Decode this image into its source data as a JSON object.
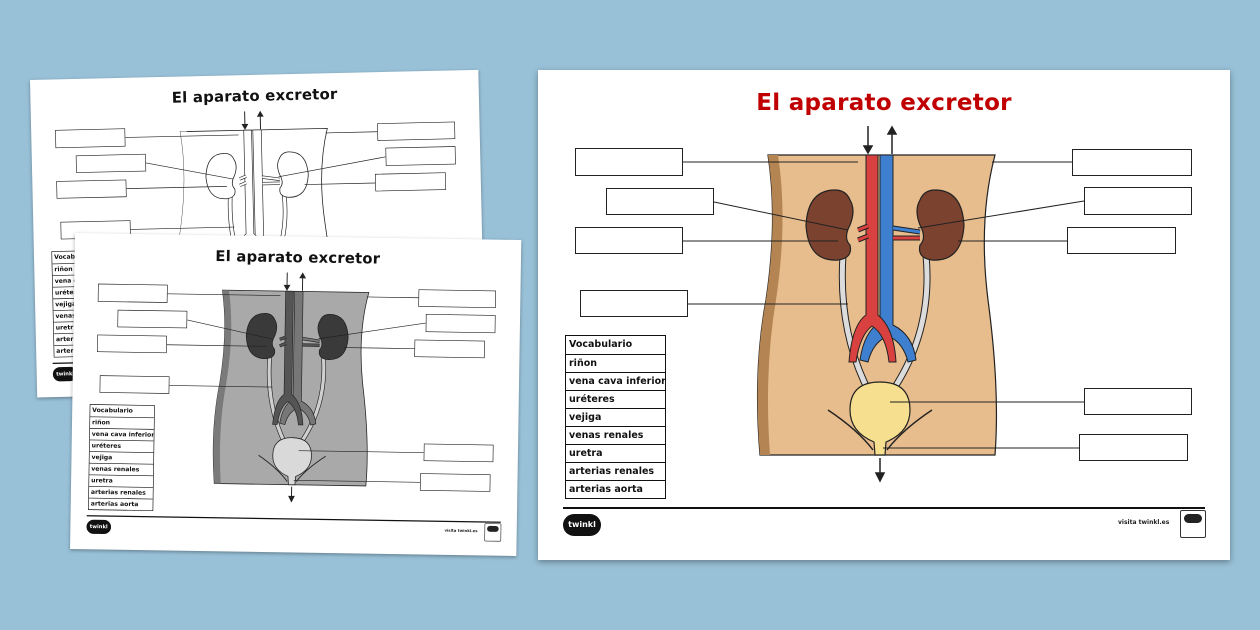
{
  "worksheet": {
    "title": "El aparato excretor",
    "vocab_header": "Vocabulario",
    "vocab_items": [
      "riñon",
      "vena cava inferior",
      "uréteres",
      "vejiga",
      "venas renales",
      "uretra",
      "arterias renales",
      "arterias aorta"
    ],
    "footer_text": "visita twinkl.es",
    "logo_text": "twinkl"
  },
  "versions": [
    {
      "name": "line-art",
      "title_color": "#111111",
      "body": "#ffffff",
      "body_edge": "#ffffff",
      "kidney": "#ffffff",
      "aorta": "#ffffff",
      "vena": "#ffffff",
      "bladder": "#ffffff",
      "ureter": "#ffffff"
    },
    {
      "name": "greyscale",
      "title_color": "#111111",
      "body": "#a9a9a9",
      "body_edge": "#7a7a7a",
      "kidney": "#3a3a3a",
      "aorta": "#555555",
      "vena": "#777777",
      "bladder": "#d9d9d9",
      "ureter": "#cfcfcf"
    },
    {
      "name": "colour",
      "title_color": "#c00000",
      "body": "#e8bd8d",
      "body_edge": "#b48553",
      "kidney": "#7b4230",
      "aorta": "#d8413f",
      "vena": "#3f7fd0",
      "bladder": "#f6df8e",
      "ureter": "#dcdcdc"
    }
  ]
}
